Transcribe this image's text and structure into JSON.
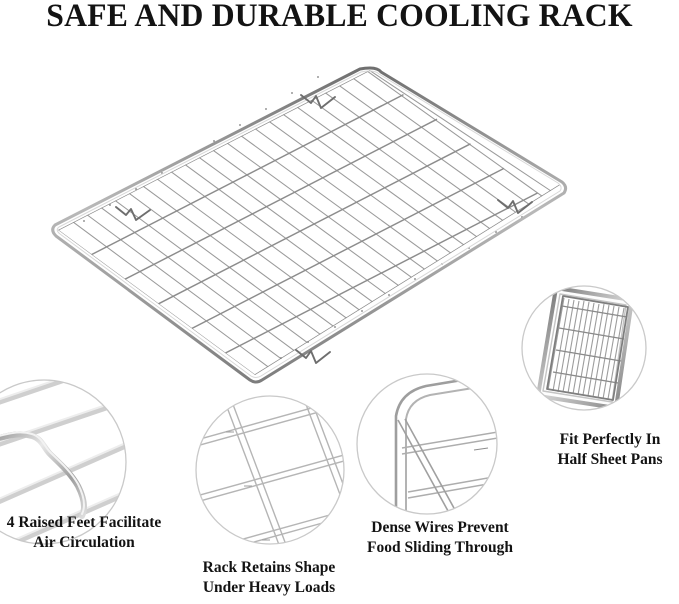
{
  "product": {
    "title": "SAFE AND DURABLE COOLING RACK",
    "type": "cooling-rack-infographic",
    "background_color": "#ffffff",
    "text_color": "#131313",
    "wire_color": "#8a8a8a"
  },
  "hero": {
    "name": "stainless-steel-cooling-rack",
    "description": "Perspective view of a rectangular wire cooling rack with rounded corner rails, dense parallel wires and four raised feet",
    "dense_wire_count": 24,
    "cross_wire_count": 5,
    "feet_count": 4
  },
  "features": [
    {
      "id": "raised-feet",
      "caption": "4 Raised Feet Facilitate\nAir Circulation",
      "detail": "close-up of a raised foot bend in the wire"
    },
    {
      "id": "retains-shape",
      "caption": "Rack Retains Shape\nUnder Heavy Loads",
      "detail": "close-up of welded wire intersections"
    },
    {
      "id": "dense-wires",
      "caption": "Dense Wires Prevent\nFood Sliding Through",
      "detail": "close-up of the rounded corner rail and tight wire spacing"
    },
    {
      "id": "half-sheet-fit",
      "caption": "Fit Perfectly In\nHalf Sheet Pans",
      "detail": "rack seated inside a half sheet baking pan"
    }
  ]
}
